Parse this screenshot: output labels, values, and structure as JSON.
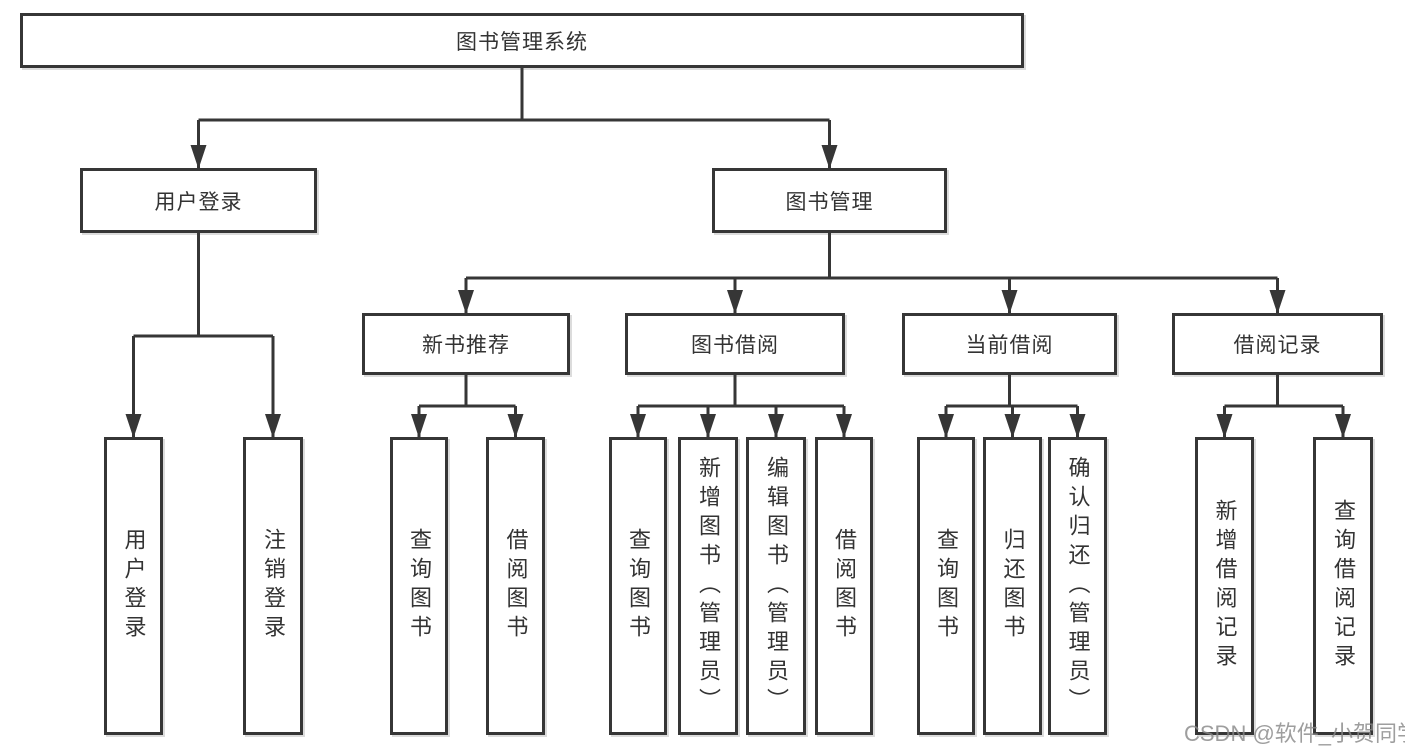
{
  "tree": {
    "root": "图书管理系统",
    "branches": [
      {
        "label": "用户登录",
        "children": [
          {
            "label": "用户登录"
          },
          {
            "label": "注销登录"
          }
        ]
      },
      {
        "label": "图书管理",
        "children": [
          {
            "label": "新书推荐",
            "children": [
              {
                "label": "查询图书"
              },
              {
                "label": "借阅图书"
              }
            ]
          },
          {
            "label": "图书借阅",
            "children": [
              {
                "label": "查询图书"
              },
              {
                "label": "新增图书（管理员）"
              },
              {
                "label": "编辑图书（管理员）"
              },
              {
                "label": "借阅图书"
              }
            ]
          },
          {
            "label": "当前借阅",
            "children": [
              {
                "label": "查询图书"
              },
              {
                "label": "归还图书"
              },
              {
                "label": "确认归还（管理员）"
              }
            ]
          },
          {
            "label": "借阅记录",
            "children": [
              {
                "label": "新增借阅记录"
              },
              {
                "label": "查询借阅记录"
              }
            ]
          }
        ]
      }
    ]
  },
  "watermark": "CSDN @软件_小贺同学",
  "colors": {
    "line": "#363636",
    "text": "#333333",
    "background": "#ffffff",
    "watermark": "#898989"
  }
}
